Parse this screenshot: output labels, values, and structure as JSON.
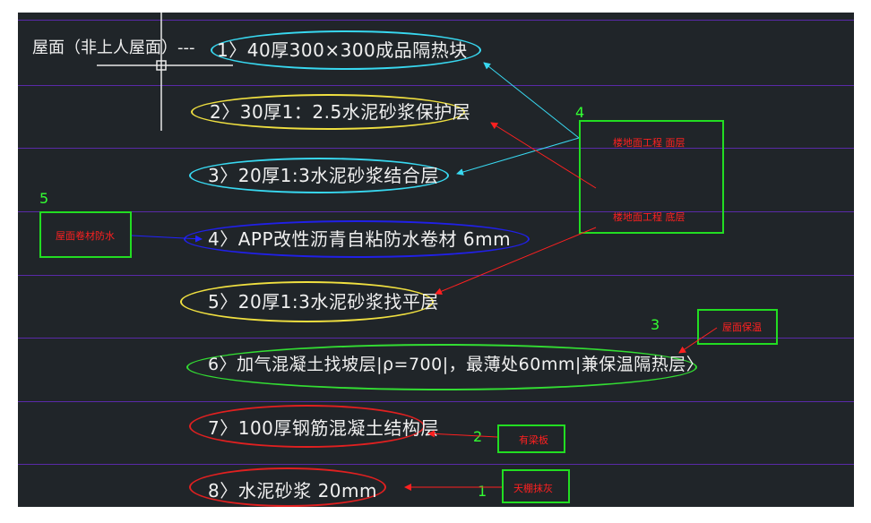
{
  "title": "屋面（非上人屋面）---",
  "layers": [
    {
      "label": "1〉40厚300×300成品隔热块",
      "color": "#38d8f0"
    },
    {
      "label": "2〉30厚1：2.5水泥砂浆保护层",
      "color": "#f0e040"
    },
    {
      "label": "3〉20厚1:3水泥砂浆结合层",
      "color": "#38d8f0"
    },
    {
      "label": "4〉APP改性沥青自粘防水卷材 6mm",
      "color": "#2020e8"
    },
    {
      "label": "5〉20厚1:3水泥砂浆找平层",
      "color": "#f0e040"
    },
    {
      "label": "6〉加气混凝土找坡层|ρ=700|，最薄处60mm|兼保温隔热层〉",
      "color": "#33dd33"
    },
    {
      "label": "7〉100厚钢筋混凝土结构层",
      "color": "#e02020"
    },
    {
      "label": "8〉水泥砂浆 20mm",
      "color": "#e02020"
    }
  ],
  "boxes": {
    "floor_works": {
      "label_top": "楼地面工程   面层",
      "label_bottom": "楼地面工程 底层"
    },
    "roof_waterproof": {
      "label": "屋面卷材防水"
    },
    "roof_insulation": {
      "label": "屋面保温"
    },
    "slab_with_beam": {
      "label": "有梁板"
    },
    "ceiling_plaster": {
      "label": "天棚抹灰"
    }
  },
  "numbers": {
    "n1": "1",
    "n2": "2",
    "n3": "3",
    "n4": "4",
    "n5": "5"
  },
  "colors": {
    "background": "#202529",
    "grid_line": "#5a2aa8",
    "annotation_box": "#22dd22",
    "annotation_text": "#ff2020",
    "crosshair": "#e8e8e8"
  }
}
